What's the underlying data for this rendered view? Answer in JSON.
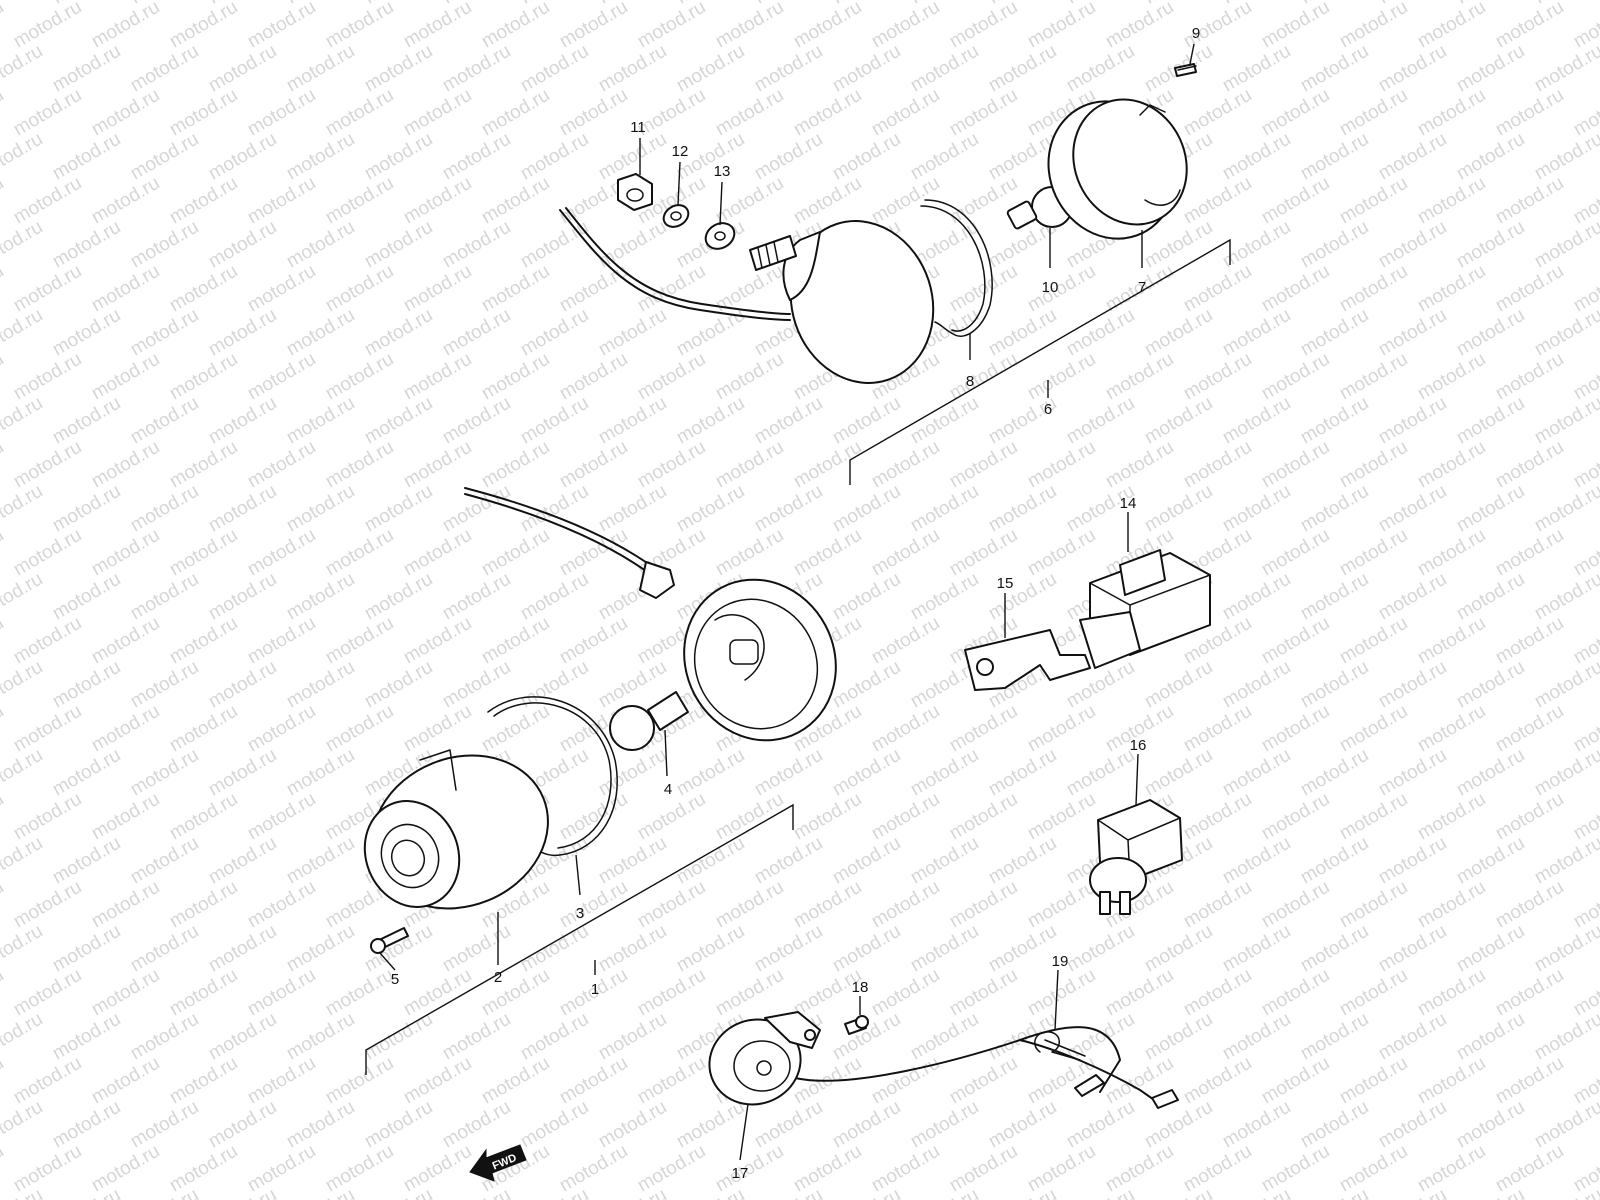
{
  "watermark": "motod.ru",
  "direction_indicator": "FWD",
  "callouts": [
    "1",
    "2",
    "3",
    "4",
    "5",
    "6",
    "7",
    "8",
    "9",
    "10",
    "11",
    "12",
    "13",
    "14",
    "15",
    "16",
    "17",
    "18",
    "19"
  ]
}
